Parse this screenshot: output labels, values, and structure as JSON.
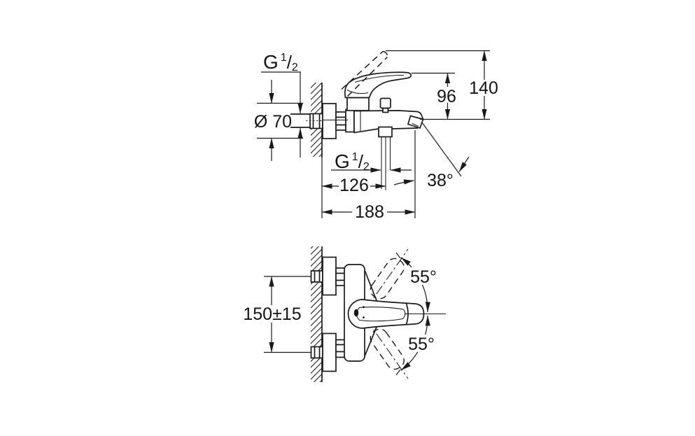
{
  "drawing": {
    "top_view": {
      "thread_label_top": {
        "g": "G",
        "numerator": "1",
        "slash": "/",
        "denominator": "2"
      },
      "escutcheon_diameter": "Ø 70",
      "height_handle": "96",
      "height_total": "140",
      "thread_label_bottom": {
        "g": "G",
        "numerator": "1",
        "slash": "/",
        "denominator": "2"
      },
      "depth_hose_center": "126",
      "spout_angle": "38°",
      "depth_total": "188"
    },
    "bottom_view": {
      "connection_spacing": "150±15",
      "swing_angle_top": "55°",
      "swing_angle_bottom": "55°"
    },
    "colors": {
      "line": "#1a1a1a",
      "background": "#ffffff"
    }
  }
}
